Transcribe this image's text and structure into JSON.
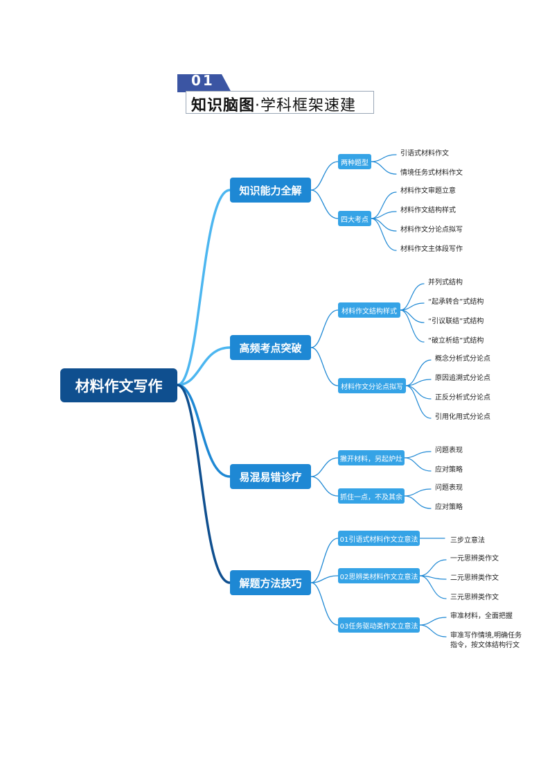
{
  "header": {
    "number": "01",
    "title_bold": "知识脑图",
    "title_rest": "·学科框架速建"
  },
  "colors": {
    "root": "#0f4f8f",
    "level1": "#1e88d4",
    "level2": "#35a3e6",
    "line_light": "#4cb6f0",
    "line_dark": "#0f4f8f"
  },
  "mindmap": {
    "root": "材料作文写作",
    "branches": [
      {
        "label": "知识能力全解",
        "children": [
          {
            "label": "两种题型",
            "leaves": [
              "引语式材料作文",
              "情境任务式材料作文"
            ]
          },
          {
            "label": "四大考点",
            "leaves": [
              "材料作文审题立意",
              "材料作文结构样式",
              "材料作文分论点拟写",
              "材料作文主体段写作"
            ]
          }
        ]
      },
      {
        "label": "高频考点突破",
        "children": [
          {
            "label": "材料作文结构样式",
            "leaves": [
              "并列式结构",
              "“起承转合”式结构",
              "“引议联结”式结构",
              "“破立析结”式结构"
            ]
          },
          {
            "label": "材料作文分论点拟写",
            "leaves": [
              "概念分析式分论点",
              "原因追溯式分论点",
              "正反分析式分论点",
              "引用化用式分论点"
            ]
          }
        ]
      },
      {
        "label": "易混易错诊疗",
        "children": [
          {
            "label": "撇开材料，另起炉灶",
            "leaves": [
              "问题表现",
              "应对策略"
            ]
          },
          {
            "label": "抓住一点，不及其余",
            "leaves": [
              "问题表现",
              "应对策略"
            ]
          }
        ]
      },
      {
        "label": "解题方法技巧",
        "children": [
          {
            "label": "01引语式材料作文立意法",
            "leaves": [
              "三步立意法"
            ]
          },
          {
            "label": "02思辨类材料作文立意法",
            "leaves": [
              "一元思辨类作文",
              "二元思辨类作文",
              "三元思辨类作文"
            ]
          },
          {
            "label": "03任务驱动类作文立意法",
            "leaves": [
              "审准材料，全面把握",
              "审准写作情境,明确任务\n指令，按文体结构行文"
            ]
          }
        ]
      }
    ]
  }
}
